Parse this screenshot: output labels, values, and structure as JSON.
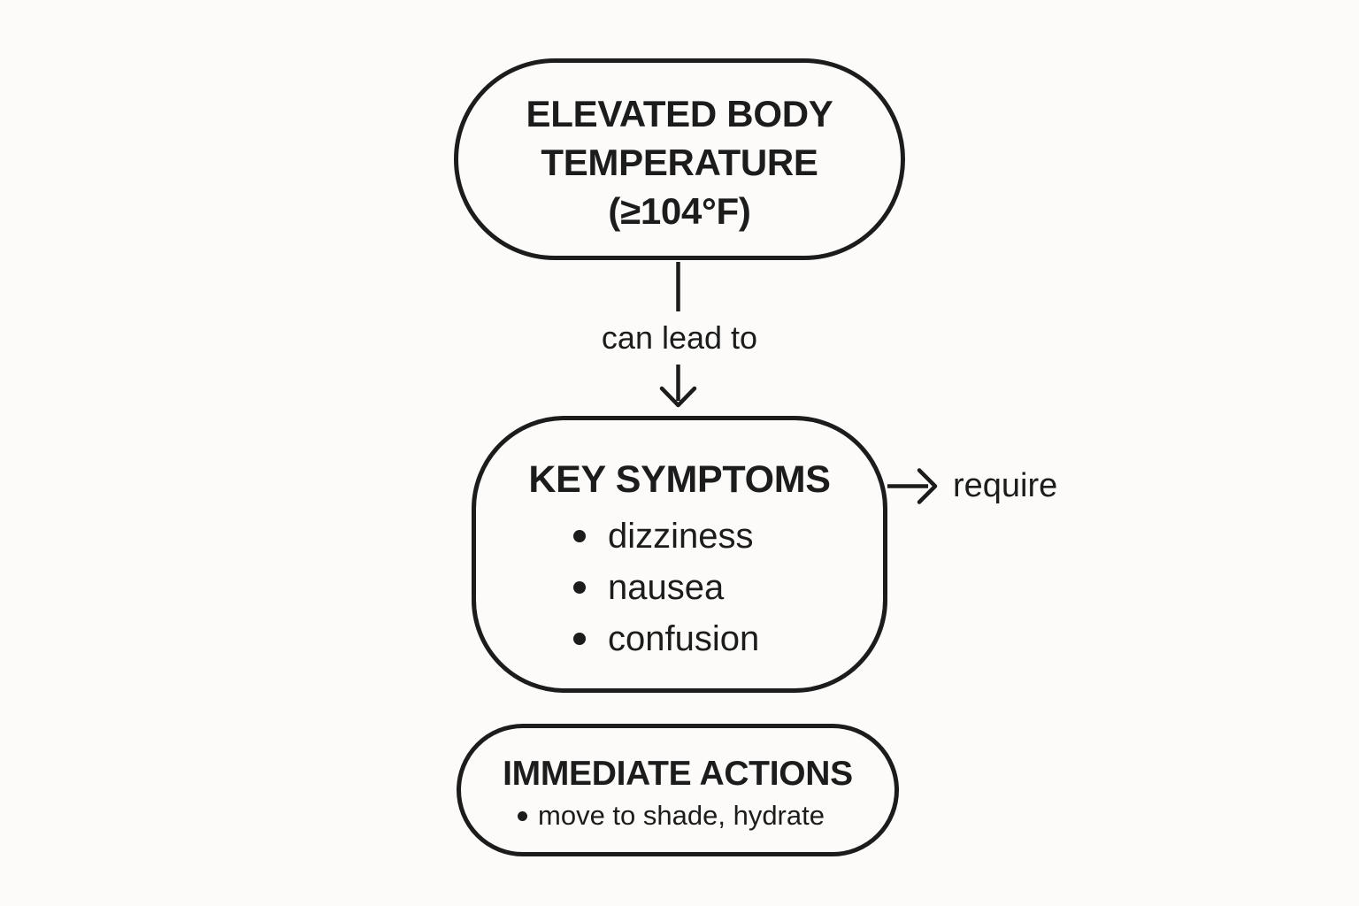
{
  "colors": {
    "background": "#FCFBF9",
    "ink": "#1C1C1C"
  },
  "flowchart": {
    "top_node": {
      "lines": [
        "ELEVATED BODY",
        "TEMPERATURE",
        "(≥104°F)"
      ]
    },
    "edge_top_to_symptoms": {
      "label": "can lead to"
    },
    "symptoms_node": {
      "title": "KEY SYMPTOMS",
      "bullets": [
        "dizziness",
        "nausea",
        "confusion"
      ]
    },
    "edge_symptoms_right": {
      "label": "require"
    },
    "actions_node": {
      "title": "IMMEDIATE ACTIONS",
      "bullets": [
        "move to shade, hydrate"
      ]
    }
  }
}
